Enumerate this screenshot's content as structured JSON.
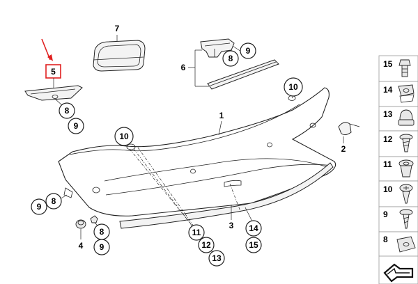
{
  "diagram": {
    "callouts": {
      "p1": "1",
      "p2": "2",
      "p3": "3",
      "p4": "4",
      "p5": "5",
      "p6": "6",
      "p7": "7",
      "p8_top": "8",
      "p9_top": "9",
      "p8_left": "8",
      "p9_left": "9",
      "p8_bottom": "8",
      "p9_bottom": "9",
      "p8_bracket": "8",
      "p9_bracket": "9",
      "p10_top": "10",
      "p10_left": "10",
      "p11": "11",
      "p12": "12",
      "p13": "13",
      "p14": "14",
      "p15": "15"
    },
    "sidebar": [
      "15",
      "14",
      "13",
      "12",
      "11",
      "10",
      "9",
      "8"
    ],
    "highlight_color": "#e02020"
  }
}
